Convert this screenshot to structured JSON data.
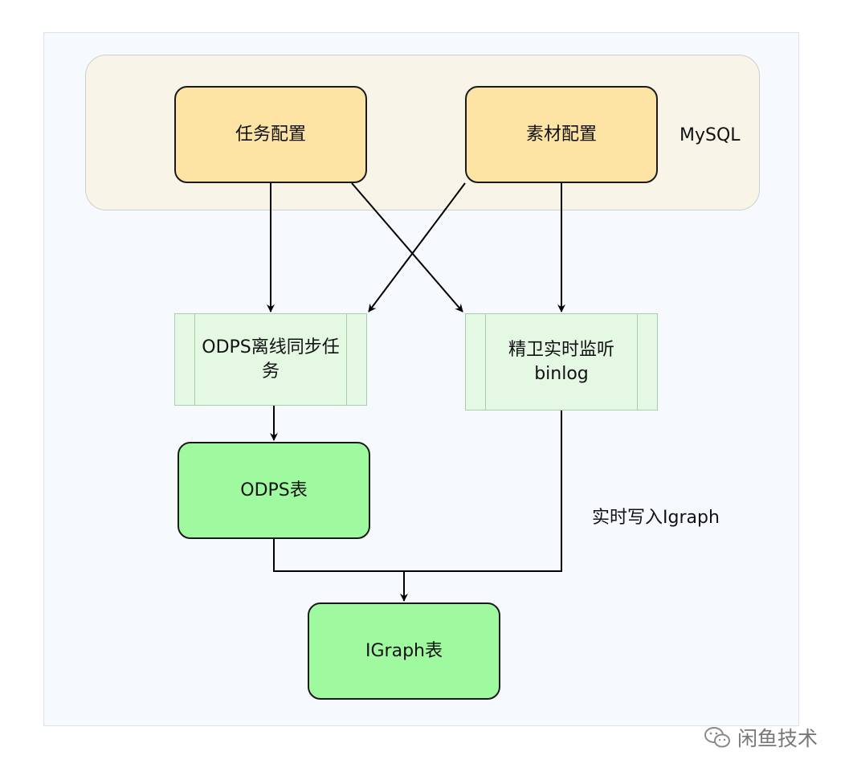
{
  "diagram": {
    "group": {
      "label": "MySQL"
    },
    "nodes": {
      "task_config": "任务配置",
      "material_config": "素材配置",
      "odps_sync": "ODPS离线同步任务",
      "jingwei_listen": "精卫实时监听binlog",
      "odps_table": "ODPS表",
      "igraph_table": "IGraph表"
    },
    "edge_labels": {
      "realtime_write": "实时写入Igraph"
    }
  },
  "watermark": {
    "text": "闲鱼技术",
    "icon": "wechat-icon"
  }
}
